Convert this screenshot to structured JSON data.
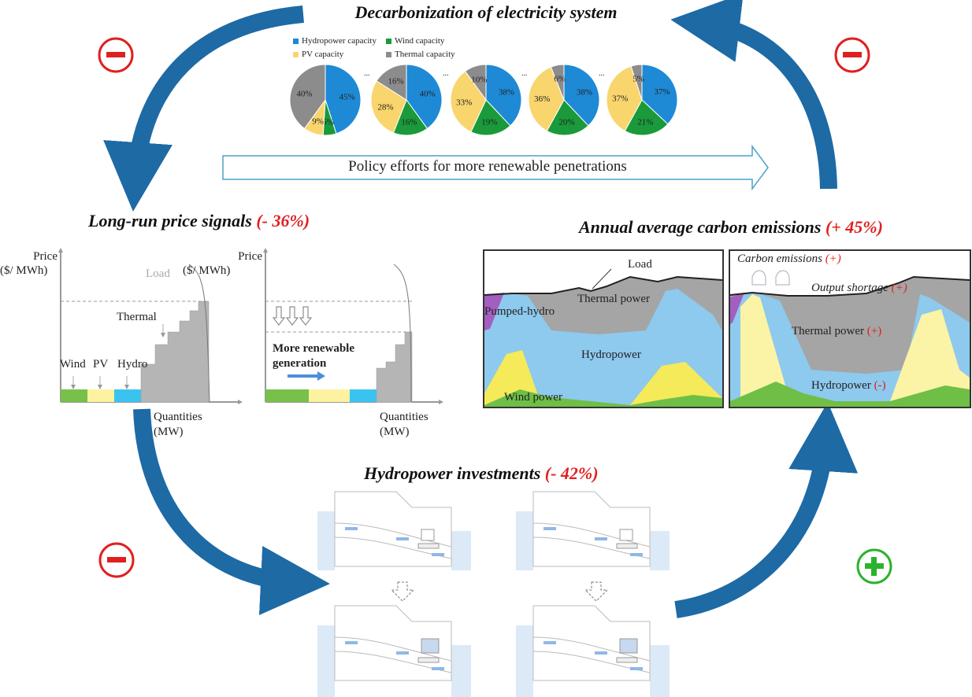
{
  "top": {
    "title": "Decarbonization of electricity system",
    "legend": [
      {
        "label": "Hydropower capacity",
        "color": "#1e8ad6"
      },
      {
        "label": "Wind capacity",
        "color": "#1a9a3a"
      },
      {
        "label": "PV capacity",
        "color": "#f9d56e"
      },
      {
        "label": "Thermal capacity",
        "color": "#8c8c8c"
      }
    ],
    "ellipsis": "...",
    "policy": "Policy efforts for more renewable penetrations"
  },
  "chart_data": {
    "type": "pie",
    "series_order": [
      "Hydropower capacity",
      "Wind capacity",
      "PV capacity",
      "Thermal capacity"
    ],
    "pies": [
      {
        "values": [
          45,
          6,
          9,
          40
        ]
      },
      {
        "values": [
          40,
          16,
          28,
          16
        ]
      },
      {
        "values": [
          38,
          19,
          33,
          10
        ]
      },
      {
        "values": [
          38,
          20,
          36,
          6
        ]
      },
      {
        "values": [
          37,
          21,
          37,
          5
        ]
      }
    ]
  },
  "price": {
    "title": "Long-run price signals",
    "change": "(- 36%)",
    "ylabel1": "Price",
    "ylabel2": "($/ MWh)",
    "xlabel1": "Quantities",
    "xlabel2": "(MW)",
    "load": "Load",
    "thermal": "Thermal",
    "wind": "Wind",
    "pv": "PV",
    "hydro": "Hydro",
    "more1": "More renewable",
    "more2": "generation"
  },
  "emissions": {
    "title": "Annual average carbon emissions",
    "change": "(+ 45%)",
    "load": "Load",
    "thermal": "Thermal power",
    "pumped": "Pumped-hydro",
    "hydro": "Hydropower",
    "wind": "Wind power",
    "carbon": "Carbon emissions",
    "output": "Output shortage",
    "plus": "(+)",
    "minus": "(-)"
  },
  "invest": {
    "title": "Hydropower investments",
    "change": "(- 42%)"
  },
  "signs": {
    "minus": "−",
    "plus": "+"
  },
  "colors": {
    "arrow": "#1d6aa5",
    "red": "#e02020",
    "green": "#2bb32b"
  }
}
